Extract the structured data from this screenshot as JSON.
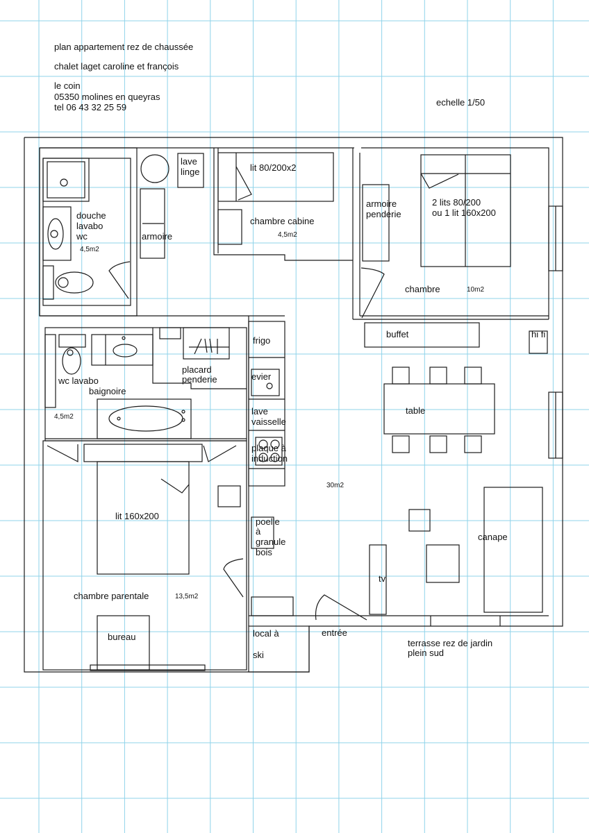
{
  "header": {
    "title": "plan appartement  rez de chaussée",
    "owner": "chalet laget caroline et françois",
    "address_1": "le coin",
    "address_2": "05350 molines en queyras",
    "phone": "tel 06 43 32 25 59",
    "scale": "echelle 1/50"
  },
  "rooms": {
    "bath1": {
      "l1": "douche",
      "l2": "lavabo",
      "l3": "wc",
      "area": "4,5m2"
    },
    "lave_linge": {
      "l1": "lave",
      "l2": "linge"
    },
    "armoire": "armoire",
    "cabine": {
      "bed": "lit 80/200x2",
      "name": "chambre cabine",
      "area": "4,5m2"
    },
    "chambre": {
      "wardrobe_1": "armoire",
      "wardrobe_2": "penderie",
      "bed_1": "2 lits 80/200",
      "bed_2": "ou 1 lit 160x200",
      "name": "chambre",
      "area": "10m2"
    },
    "living": {
      "buffet": "buffet",
      "hifi": "hi fi",
      "table": "table",
      "area": "30m2",
      "canape": "canape",
      "tv": "tv"
    },
    "kitchen": {
      "frigo": "frigo",
      "evier": "evier",
      "lv_1": "lave",
      "lv_2": "vaisselle",
      "pl_1": "plaque à",
      "pl_2": "induction"
    },
    "stove": {
      "l1": "poelle",
      "l2": "à",
      "l3": "granule",
      "l4": "bois"
    },
    "bath2": {
      "l1": "wc lavabo",
      "l2": "baignoire",
      "area": "4,5m2"
    },
    "placard": {
      "l1": "placard",
      "l2": "penderie"
    },
    "parentale": {
      "bed": "lit 160x200",
      "name": "chambre parentale",
      "area": "13,5m2",
      "desk": "bureau"
    },
    "ski": {
      "l1": "local à",
      "l2": "ski"
    },
    "entree": "entrée",
    "terrasse": {
      "l1": "terrasse rez de jardin",
      "l2": "plein sud"
    }
  },
  "colors": {
    "grid": "#8fd3ea",
    "walls": "#1a1a1a"
  }
}
